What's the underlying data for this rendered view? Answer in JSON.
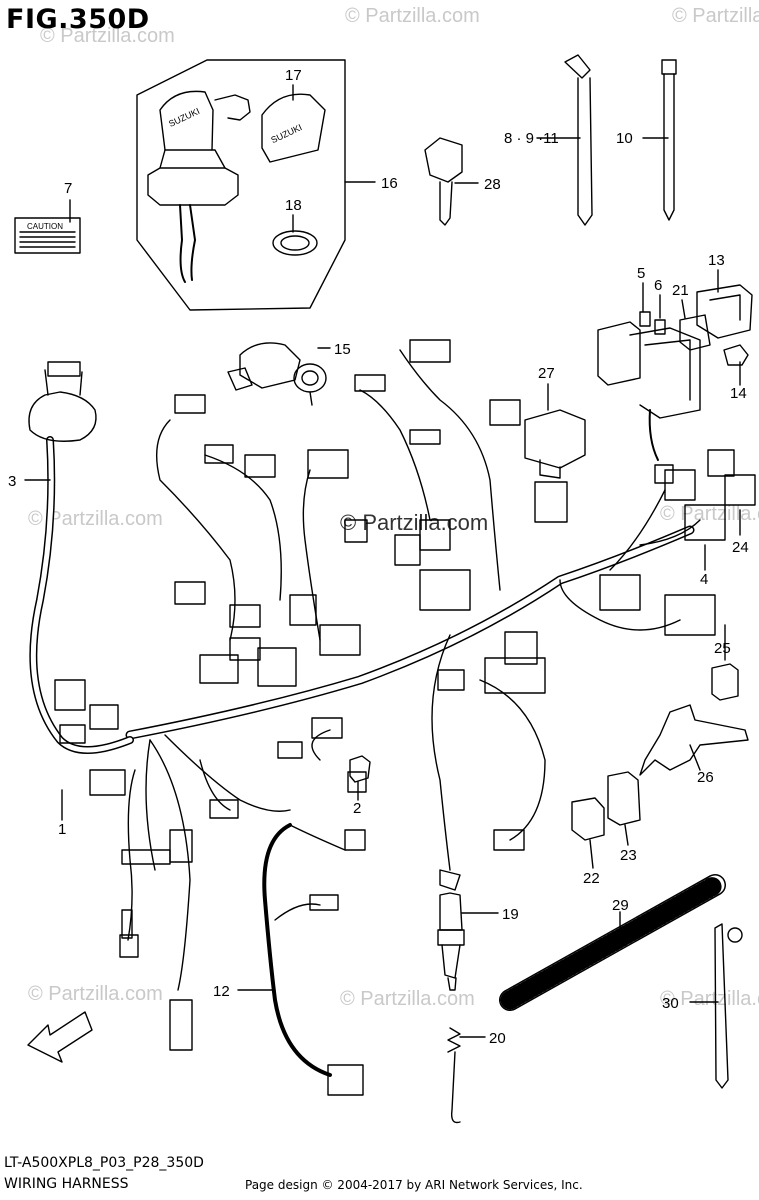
{
  "figure_title": "FIG.350D",
  "diagram_code": "LT-A500XPL8_P03_P28_350D",
  "section_name": "WIRING HARNESS",
  "credit": "Page design © 2004-2017 by ARI Network Services, Inc.",
  "watermark": "© Partzilla.com",
  "caution_label_text": "CAUTION",
  "fwd_arrow_text": "FWD",
  "callouts": {
    "c1": "1",
    "c2": "2",
    "c3": "3",
    "c4": "4",
    "c5": "5",
    "c6": "6",
    "c7": "7",
    "c8911": "8 · 9 ·11",
    "c10": "10",
    "c12": "12",
    "c13": "13",
    "c14": "14",
    "c15": "15",
    "c16": "16",
    "c17": "17",
    "c18": "18",
    "c19": "19",
    "c20": "20",
    "c21": "21",
    "c22": "22",
    "c23": "23",
    "c24": "24",
    "c25": "25",
    "c26": "26",
    "c27": "27",
    "c28": "28",
    "c29": "29",
    "c30": "30"
  }
}
